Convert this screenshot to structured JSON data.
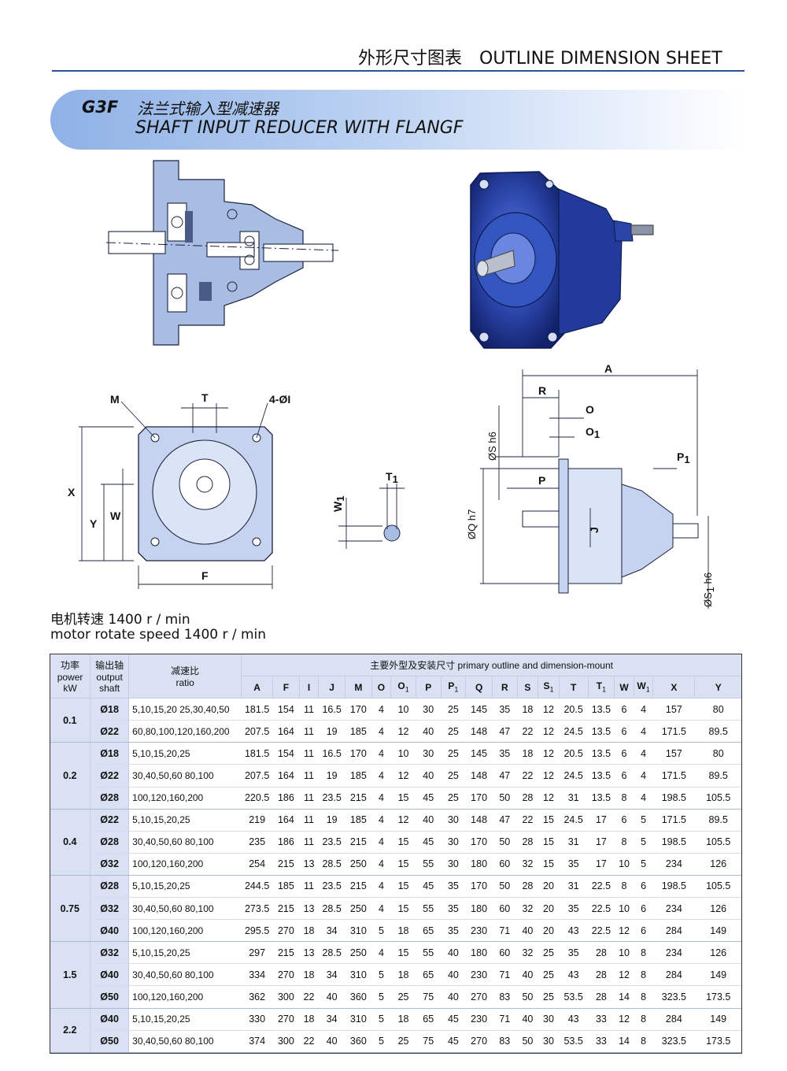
{
  "header": {
    "title_cn": "外形尺寸图表",
    "title_en": "OUTLINE DIMENSION SHEET"
  },
  "banner": {
    "code": "G3F",
    "title_cn": "法兰式输入型减速器",
    "title_en": "SHAFT INPUT REDUCER WITH FLANGF"
  },
  "colors": {
    "accent": "#2f4f9a",
    "banner_blue": "#8fb1e6",
    "product_blue": "#1e3a9a",
    "table_header": "#d9e1f2"
  },
  "drawing_labels": {
    "front": {
      "M": "M",
      "T": "T",
      "holes": "4-ØI",
      "X": "X",
      "Y": "Y",
      "W": "W",
      "F": "F"
    },
    "key": {
      "T1": "T",
      "T1_sub": "1",
      "W1": "W",
      "W1_sub": "1"
    },
    "side": {
      "A": "A",
      "R": "R",
      "O": "O",
      "O1": "O",
      "O1_sub": "1",
      "S": "ØS h6",
      "Q": "ØQ h7",
      "P": "P",
      "P1": "P",
      "P1_sub": "1",
      "J": "J",
      "S1": "ØS",
      "S1_sub": "1",
      "S1_tail": " h6"
    }
  },
  "speed": {
    "cn": "电机转速 1400 r / min",
    "en": "motor rotate speed 1400 r / min"
  },
  "table": {
    "headers": {
      "power": [
        "功率",
        "power",
        "kW"
      ],
      "shaft": [
        "输出轴",
        "output",
        "shaft"
      ],
      "ratio": [
        "减速比",
        "ratio"
      ],
      "group": "主要外型及安装尺寸  primary outline and dimension-mount",
      "columns": [
        {
          "main": "A",
          "sub": ""
        },
        {
          "main": "F",
          "sub": ""
        },
        {
          "main": "I",
          "sub": ""
        },
        {
          "main": "J",
          "sub": ""
        },
        {
          "main": "M",
          "sub": ""
        },
        {
          "main": "O",
          "sub": ""
        },
        {
          "main": "O",
          "sub": "1"
        },
        {
          "main": "P",
          "sub": ""
        },
        {
          "main": "P",
          "sub": "1"
        },
        {
          "main": "Q",
          "sub": ""
        },
        {
          "main": "R",
          "sub": ""
        },
        {
          "main": "S",
          "sub": ""
        },
        {
          "main": "S",
          "sub": "1"
        },
        {
          "main": "T",
          "sub": ""
        },
        {
          "main": "T",
          "sub": "1"
        },
        {
          "main": "W",
          "sub": ""
        },
        {
          "main": "W",
          "sub": "1"
        },
        {
          "main": "X",
          "sub": ""
        },
        {
          "main": "Y",
          "sub": ""
        }
      ]
    },
    "groups": [
      {
        "power": "0.1",
        "rows": [
          {
            "shaft": "Ø18",
            "ratio": "5,10,15,20 25,30,40,50",
            "values": [
              "181.5",
              "154",
              "11",
              "16.5",
              "170",
              "4",
              "10",
              "30",
              "25",
              "145",
              "35",
              "18",
              "12",
              "20.5",
              "13.5",
              "6",
              "4",
              "157",
              "80"
            ]
          },
          {
            "shaft": "Ø22",
            "ratio": "60,80,100,120,160,200",
            "values": [
              "207.5",
              "164",
              "11",
              "19",
              "185",
              "4",
              "12",
              "40",
              "25",
              "148",
              "47",
              "22",
              "12",
              "24.5",
              "13.5",
              "6",
              "4",
              "171.5",
              "89.5"
            ]
          }
        ]
      },
      {
        "power": "0.2",
        "rows": [
          {
            "shaft": "Ø18",
            "ratio": "5,10,15,20,25",
            "values": [
              "181.5",
              "154",
              "11",
              "16.5",
              "170",
              "4",
              "10",
              "30",
              "25",
              "145",
              "35",
              "18",
              "12",
              "20.5",
              "13.5",
              "6",
              "4",
              "157",
              "80"
            ]
          },
          {
            "shaft": "Ø22",
            "ratio": "30,40,50,60 80,100",
            "values": [
              "207.5",
              "164",
              "11",
              "19",
              "185",
              "4",
              "12",
              "40",
              "25",
              "148",
              "47",
              "22",
              "12",
              "24.5",
              "13.5",
              "6",
              "4",
              "171.5",
              "89.5"
            ]
          },
          {
            "shaft": "Ø28",
            "ratio": "100,120,160,200",
            "values": [
              "220.5",
              "186",
              "11",
              "23.5",
              "215",
              "4",
              "15",
              "45",
              "25",
              "170",
              "50",
              "28",
              "12",
              "31",
              "13.5",
              "8",
              "4",
              "198.5",
              "105.5"
            ]
          }
        ]
      },
      {
        "power": "0.4",
        "rows": [
          {
            "shaft": "Ø22",
            "ratio": "5,10,15,20,25",
            "values": [
              "219",
              "164",
              "11",
              "19",
              "185",
              "4",
              "12",
              "40",
              "30",
              "148",
              "47",
              "22",
              "15",
              "24.5",
              "17",
              "6",
              "5",
              "171.5",
              "89.5"
            ]
          },
          {
            "shaft": "Ø28",
            "ratio": "30,40,50,60 80,100",
            "values": [
              "235",
              "186",
              "11",
              "23.5",
              "215",
              "4",
              "15",
              "45",
              "30",
              "170",
              "50",
              "28",
              "15",
              "31",
              "17",
              "8",
              "5",
              "198.5",
              "105.5"
            ]
          },
          {
            "shaft": "Ø32",
            "ratio": "100,120,160,200",
            "values": [
              "254",
              "215",
              "13",
              "28.5",
              "250",
              "4",
              "15",
              "55",
              "30",
              "180",
              "60",
              "32",
              "15",
              "35",
              "17",
              "10",
              "5",
              "234",
              "126"
            ]
          }
        ]
      },
      {
        "power": "0.75",
        "rows": [
          {
            "shaft": "Ø28",
            "ratio": "5,10,15,20,25",
            "values": [
              "244.5",
              "185",
              "11",
              "23.5",
              "215",
              "4",
              "15",
              "45",
              "35",
              "170",
              "50",
              "28",
              "20",
              "31",
              "22.5",
              "8",
              "6",
              "198.5",
              "105.5"
            ]
          },
          {
            "shaft": "Ø32",
            "ratio": "30,40,50,60 80,100",
            "values": [
              "273.5",
              "215",
              "13",
              "28.5",
              "250",
              "4",
              "15",
              "55",
              "35",
              "180",
              "60",
              "32",
              "20",
              "35",
              "22.5",
              "10",
              "6",
              "234",
              "126"
            ]
          },
          {
            "shaft": "Ø40",
            "ratio": "100,120,160,200",
            "values": [
              "295.5",
              "270",
              "18",
              "34",
              "310",
              "5",
              "18",
              "65",
              "35",
              "230",
              "71",
              "40",
              "20",
              "43",
              "22.5",
              "12",
              "6",
              "284",
              "149"
            ]
          }
        ]
      },
      {
        "power": "1.5",
        "rows": [
          {
            "shaft": "Ø32",
            "ratio": "5,10,15,20,25",
            "values": [
              "297",
              "215",
              "13",
              "28.5",
              "250",
              "4",
              "15",
              "55",
              "40",
              "180",
              "60",
              "32",
              "25",
              "35",
              "28",
              "10",
              "8",
              "234",
              "126"
            ]
          },
          {
            "shaft": "Ø40",
            "ratio": "30,40,50,60 80,100",
            "values": [
              "334",
              "270",
              "18",
              "34",
              "310",
              "5",
              "18",
              "65",
              "40",
              "230",
              "71",
              "40",
              "25",
              "43",
              "28",
              "12",
              "8",
              "284",
              "149"
            ]
          },
          {
            "shaft": "Ø50",
            "ratio": "100,120,160,200",
            "values": [
              "362",
              "300",
              "22",
              "40",
              "360",
              "5",
              "25",
              "75",
              "40",
              "270",
              "83",
              "50",
              "25",
              "53.5",
              "28",
              "14",
              "8",
              "323.5",
              "173.5"
            ]
          }
        ]
      },
      {
        "power": "2.2",
        "rows": [
          {
            "shaft": "Ø40",
            "ratio": "5,10,15,20,25",
            "values": [
              "330",
              "270",
              "18",
              "34",
              "310",
              "5",
              "18",
              "65",
              "45",
              "230",
              "71",
              "40",
              "30",
              "43",
              "33",
              "12",
              "8",
              "284",
              "149"
            ]
          },
          {
            "shaft": "Ø50",
            "ratio": "30,40,50,60 80,100",
            "values": [
              "374",
              "300",
              "22",
              "40",
              "360",
              "5",
              "25",
              "75",
              "45",
              "270",
              "83",
              "50",
              "30",
              "53.5",
              "33",
              "14",
              "8",
              "323.5",
              "173.5"
            ]
          }
        ]
      }
    ]
  }
}
